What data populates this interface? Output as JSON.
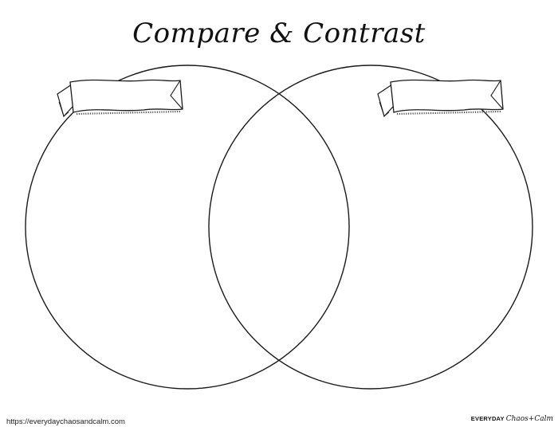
{
  "title": "Compare & Contrast",
  "left_banner": {
    "label": ""
  },
  "right_banner": {
    "label": ""
  },
  "footer": {
    "url": "https://everydaychaosandcalm.com",
    "logo_word_a": "EVERYDAY",
    "logo_word_b": "Chaos+Calm"
  }
}
